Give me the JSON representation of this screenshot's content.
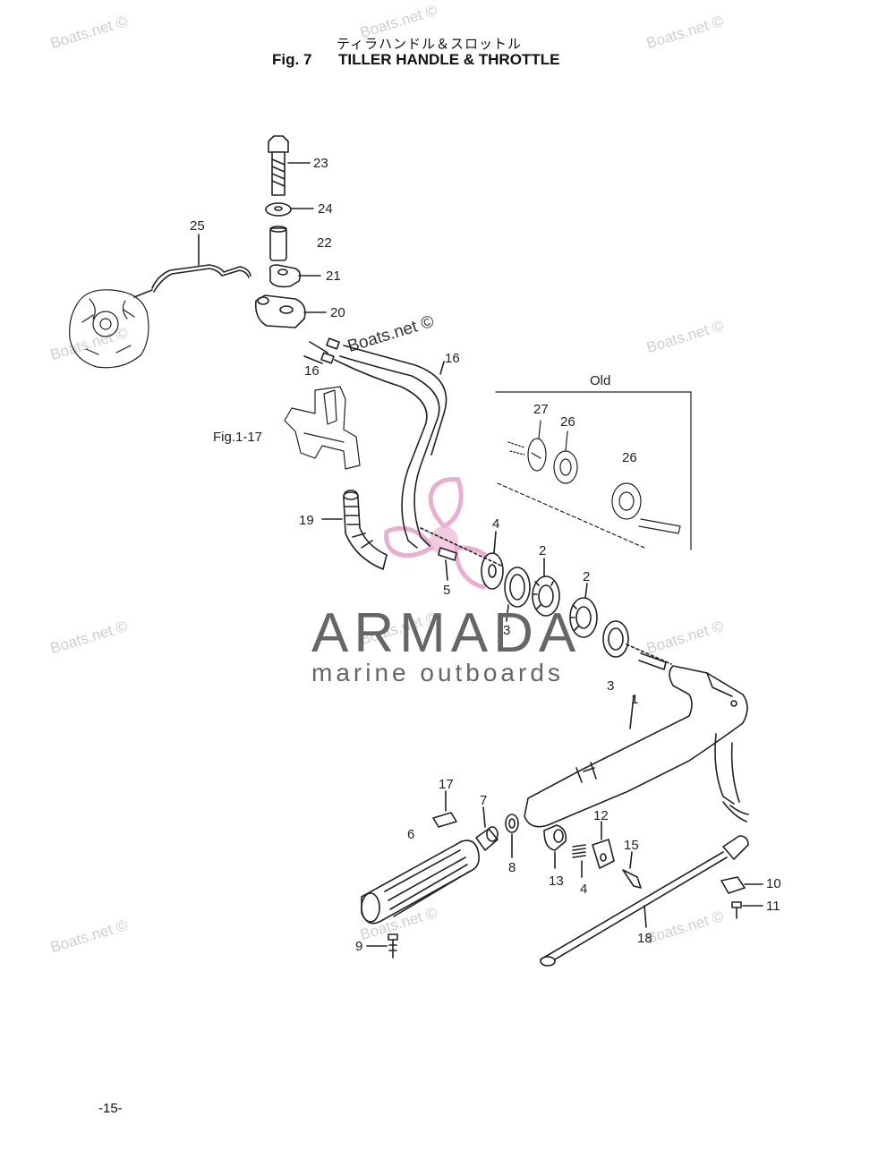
{
  "header": {
    "title_jp": "ティラハンドル＆スロットル",
    "fig_label": "Fig. 7",
    "fig_title": "TILLER HANDLE & THROTTLE"
  },
  "callouts": {
    "c23": "23",
    "c24": "24",
    "c22": "22",
    "c21": "21",
    "c20": "20",
    "c25": "25",
    "c16a": "16",
    "c16b": "16",
    "c19": "19",
    "c4a": "4",
    "c5": "5",
    "c2a": "2",
    "c2b": "2",
    "c3a": "3",
    "c3b": "3",
    "c1": "1",
    "c17": "17",
    "c7": "7",
    "c6": "6",
    "c8": "8",
    "c13": "13",
    "c4b": "4",
    "c12": "12",
    "c15": "15",
    "c10": "10",
    "c11": "11",
    "c18": "18",
    "c9": "9",
    "c27": "27",
    "c26a": "26",
    "c26b": "26"
  },
  "old_box_label": "Old",
  "reference_label": "Fig.1-17",
  "watermarks": {
    "site": "Boats.net ©",
    "brand": "ARMADA",
    "brand_sub": "marine outboards"
  },
  "colors": {
    "brand_pink": "#e8a0c8",
    "line": "#222222",
    "watermark": "#cfcfcf"
  },
  "footer": {
    "page_number": "-15-"
  }
}
